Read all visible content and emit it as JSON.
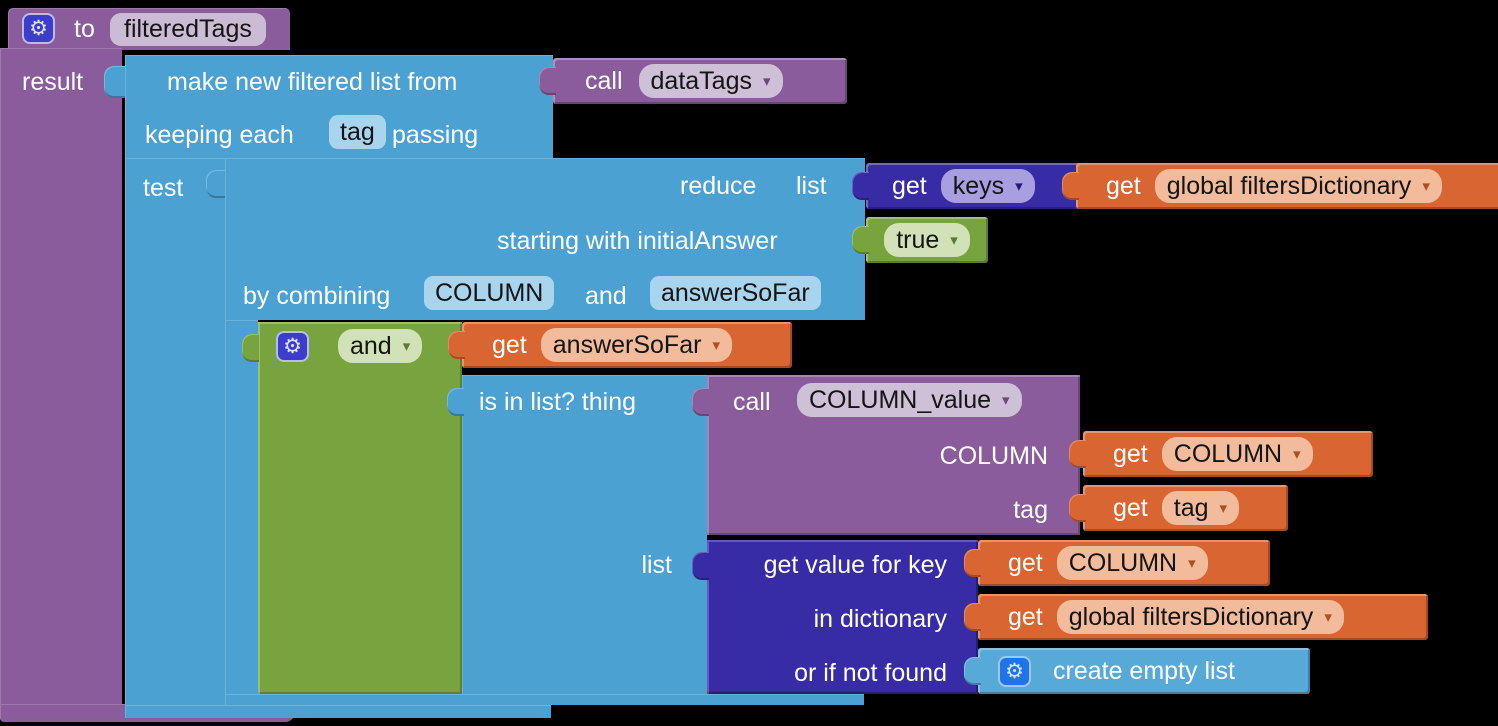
{
  "icons": {
    "gear": "⚙",
    "dropdown_arrow": "▾"
  },
  "colors": {
    "background": "#000000",
    "procedure_purple": "#8a5c9b",
    "list_blue": "#4aa1d2",
    "dictionary_indigo": "#372ba6",
    "variable_orange": "#d96632",
    "logic_green": "#78a440",
    "chip_light_blue": "#a8d4ee",
    "field_light_purple": "#cbbbd4"
  },
  "procedure": {
    "to_label": "to",
    "name": "filteredTags",
    "result_label": "result"
  },
  "filter_block": {
    "line1": "make new filtered list from",
    "keeping_each": "keeping each",
    "item_param": "tag",
    "passing": "passing",
    "test_label": "test"
  },
  "call_data_tags": {
    "call_label": "call",
    "value": "dataTags"
  },
  "reduce_block": {
    "reduce_label": "reduce",
    "list_label": "list",
    "starting_label": "starting with initialAnswer",
    "by_combining": "by combining",
    "param1": "COLUMN",
    "and_word": "and",
    "param2": "answerSoFar"
  },
  "get_keys": {
    "get_label": "get",
    "value": "keys"
  },
  "get_filters_dictionary_1": {
    "get_label": "get",
    "value": "global filtersDictionary"
  },
  "true_block": {
    "value": "true"
  },
  "and_block": {
    "value": "and"
  },
  "get_answer_so_far": {
    "get_label": "get",
    "value": "answerSoFar"
  },
  "is_in_list": {
    "label": "is in list? thing",
    "list_label": "list"
  },
  "call_column_value": {
    "call_label": "call",
    "value": "COLUMN_value",
    "param_column": "COLUMN",
    "param_tag": "tag"
  },
  "get_column_a": {
    "get_label": "get",
    "value": "COLUMN"
  },
  "get_tag": {
    "get_label": "get",
    "value": "tag"
  },
  "dict_lookup": {
    "line1": "get value for key",
    "line2": "in dictionary",
    "line3": "or if not found"
  },
  "get_column_b": {
    "get_label": "get",
    "value": "COLUMN"
  },
  "get_filters_dictionary_2": {
    "get_label": "get",
    "value": "global filtersDictionary"
  },
  "create_empty_list": {
    "label": "create empty list"
  }
}
